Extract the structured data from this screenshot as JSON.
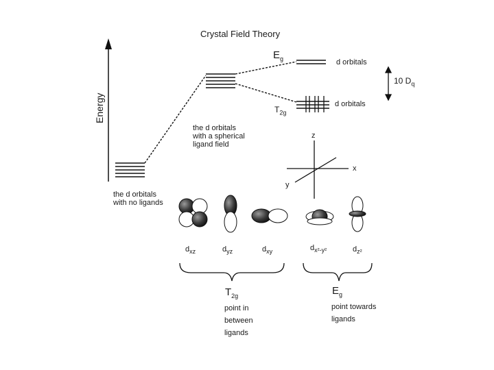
{
  "title": "Crystal Field Theory",
  "axis": {
    "energy_label": "Energy"
  },
  "labels": {
    "eg_top": "E",
    "eg_top_sub": "g",
    "t2g_left": "T",
    "t2g_left_sub": "2g",
    "d_orbitals_upper": "d  orbitals",
    "d_orbitals_lower": "d  orbitals",
    "splitting": "10 D",
    "splitting_sub": "q"
  },
  "captions": {
    "spherical": [
      "the d orbitals",
      "with a spherical",
      "ligand field"
    ],
    "no_ligands": [
      "the d orbitals",
      "with no ligands"
    ]
  },
  "axes_3d": {
    "z": "z",
    "x": "x",
    "y": "y"
  },
  "orbital_labels": {
    "dxz": {
      "main": "d",
      "sub": "xz"
    },
    "dyz": {
      "main": "d",
      "sub": "yz"
    },
    "dxy": {
      "main": "d",
      "sub": "xy"
    },
    "dx2y2": {
      "main": "d",
      "sub": "x²-y²"
    },
    "dz2": {
      "main": "d",
      "sub": "z²"
    }
  },
  "groups": {
    "t2g": {
      "symbol": "T",
      "symbol_sub": "2g",
      "lines": [
        "point in",
        "between",
        "ligands"
      ]
    },
    "eg": {
      "symbol": "E",
      "symbol_sub": "g",
      "lines": [
        "point towards",
        "ligands"
      ]
    }
  }
}
